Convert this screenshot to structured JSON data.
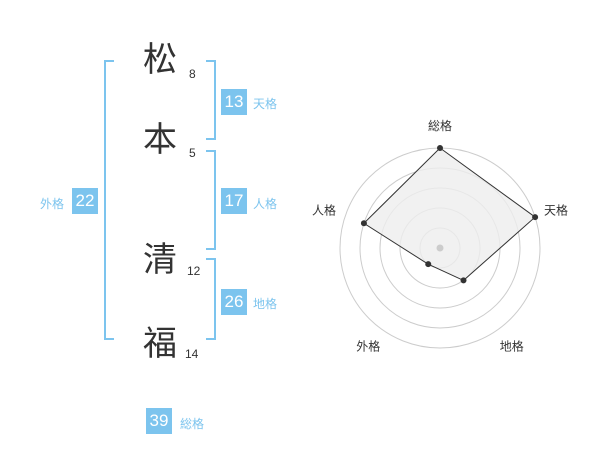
{
  "name_chars": [
    {
      "char": "松",
      "strokes": "8"
    },
    {
      "char": "本",
      "strokes": "5"
    },
    {
      "char": "清",
      "strokes": "12"
    },
    {
      "char": "福",
      "strokes": "14"
    }
  ],
  "fortunes": {
    "tenkaku": {
      "value": "13",
      "label": "天格"
    },
    "jinkaku": {
      "value": "17",
      "label": "人格"
    },
    "chikaku": {
      "value": "26",
      "label": "地格"
    },
    "gaikaku": {
      "value": "22",
      "label": "外格"
    },
    "soukaku": {
      "value": "39",
      "label": "総格"
    }
  },
  "colors": {
    "accent": "#7cc4ee",
    "badge_bg": "#7cc4ee",
    "badge_text": "#ffffff",
    "label_text": "#7cc4ee",
    "char_text": "#333333",
    "radar_fill": "#eeeeee",
    "radar_stroke": "#333333",
    "grid": "#cccccc"
  },
  "chart_data": {
    "type": "radar",
    "axes": [
      "総格",
      "天格",
      "地格",
      "外格",
      "人格"
    ],
    "values": [
      5,
      5,
      2,
      1,
      4
    ],
    "max": 5
  }
}
